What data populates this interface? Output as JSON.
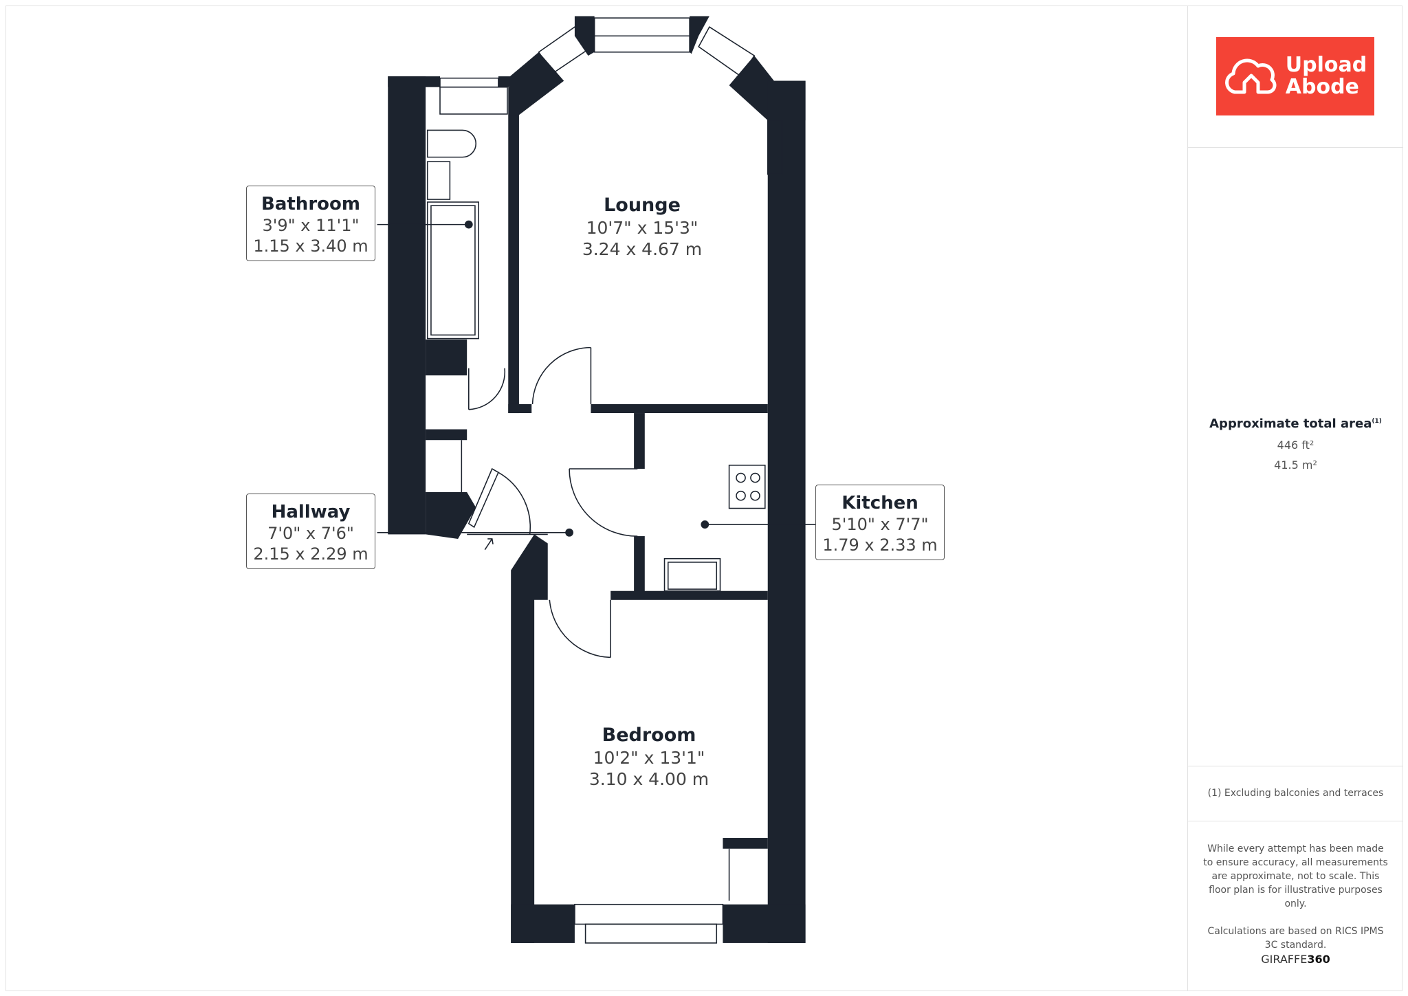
{
  "brand": {
    "logo_line1": "Upload",
    "logo_line2": "Abode",
    "accent": "#f44336"
  },
  "rooms": [
    {
      "name": "Bathroom",
      "imperial": "3'9\" x 11'1\"",
      "metric": "1.15 x 3.40 m"
    },
    {
      "name": "Lounge",
      "imperial": "10'7\" x 15'3\"",
      "metric": "3.24 x 4.67 m"
    },
    {
      "name": "Hallway",
      "imperial": "7'0\" x 7'6\"",
      "metric": "2.15 x 2.29 m"
    },
    {
      "name": "Kitchen",
      "imperial": "5'10\" x 7'7\"",
      "metric": "1.79 x 2.33 m"
    },
    {
      "name": "Bedroom",
      "imperial": "10'2\" x 13'1\"",
      "metric": "3.10 x 4.00 m"
    }
  ],
  "area": {
    "title": "Approximate total area",
    "footnote_mark": "(1)",
    "sqft": "446 ft²",
    "sqm": "41.5 m²"
  },
  "footnote": "(1) Excluding balconies and terraces",
  "disclaimer": "While every attempt has been made to ensure accuracy, all measurements are approximate, not to scale. This floor plan is for illustrative purposes only.",
  "calculations": "Calculations are based on RICS IPMS 3C standard.",
  "credit": {
    "part1": "GIRAFFE",
    "part2": "360"
  },
  "colors": {
    "wall": "#1c232e"
  }
}
